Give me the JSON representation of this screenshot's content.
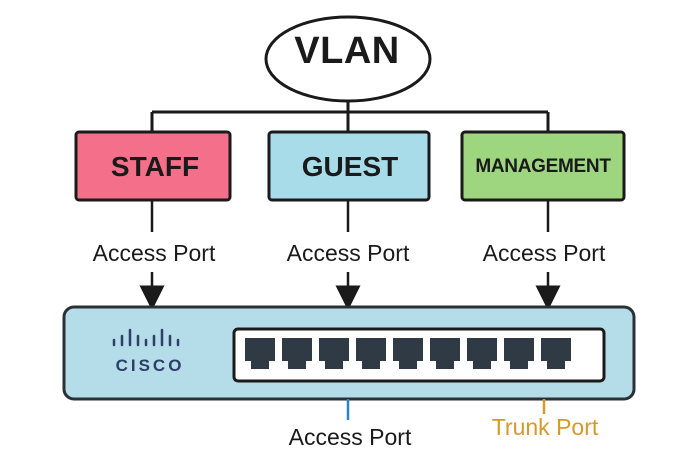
{
  "title": "VLAN",
  "vlans": [
    {
      "label": "STAFF",
      "color": "#f46f8a"
    },
    {
      "label": "GUEST",
      "color": "#a8dce9"
    },
    {
      "label": "MANAGEMENT",
      "color": "#9ed57f"
    }
  ],
  "access_port_labels": [
    "Access Port",
    "Access Port",
    "Access Port"
  ],
  "switch": {
    "brand": "CISCO",
    "color": "#b5dce9",
    "port_count": 9
  },
  "bottom_labels": {
    "access_port": "Access Port",
    "trunk_port": "Trunk Port",
    "trunk_color": "#d49a2a",
    "access_line_color": "#2b84c5"
  }
}
